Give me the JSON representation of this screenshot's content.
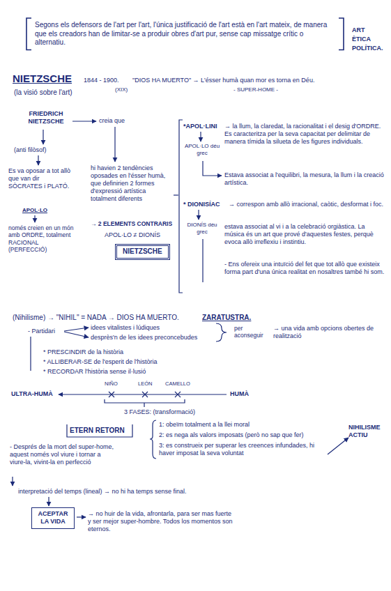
{
  "diagram": {
    "title": "NIETZSCHE",
    "nodes": [
      {
        "text": [
          "Segons els defensors de l'art per l'art, l'única justificació de l'art està en l'art mateix, de manera que els creadors han de limitar-se a produir obres d'art pur, sense cap missatge crític o alternatiu."
        ]
      },
      {
        "text": [
          "NIETZSCHE"
        ]
      },
      {
        "text": [
          "ACEPTAR LA VIDA"
        ]
      }
    ],
    "labels": [
      "ART",
      "ÈTICA",
      "POLÍTICA.",
      "1844 - 1900.",
      "(XIX)",
      "\"DIOS HA MUERTO\" → L'ésser humà quan mor es torna en Déu.",
      "- SUPER-HOME -",
      "(la visió sobre l'art)",
      "FRIEDRICH NIETZSCHE",
      "creia que",
      "(anti filòsof)",
      "Es va oposar a tot allò que van dir SÒCRATES i PLATÓ.",
      "APOL·LO",
      "només creien en un món amb ORDRE, totalment RACIONAL (PERFECCIÓ)",
      "hi havien 2 tendències oposades en l'ésser humà, que definirien 2 formes d'expressió artística totalment diferents",
      "→ 2 ELEMENTS CONTRARIS",
      "APOL·LO ≠ DIONÍS",
      "*APOL·LINI",
      "→ la llum, la claredat, la racionalitat i el desig d'ORDRE. Es caracteritza per la seva capacitat per delimitar de manera tímida la silueta de les figures individuals.",
      "APOL·LO déu grec",
      "Estava associat a l'equilibri, la mesura, la llum i la creació artística.",
      "* DIONISÍAC",
      "→ correspon amb allò irracional, caòtic, desformat i foc.",
      "DIONÍS déu grec",
      "estava associat al vi i a la celebració orgiàstica. La música és un art que prové d'aquestes festes, perquè evoca allò irreflexiu i instintiu.",
      "- Ens ofereix una intuïció del fet que tot allò que existeix forma part d'una única realitat en nosaltres també hi som.",
      "(Nihilisme) → \"NIHIL\" = NADA → DIOS HA MUERTO.",
      "ZARATUSTRA.",
      "- Partidari",
      "idees vitalistes i lúdiques",
      "desprès'n de les idees preconcebudes",
      "per aconseguir",
      "→ una vida amb opcions obertes de realització",
      "* PRESCINDIR de la història",
      "* ALLIBERAR-SE de l'esperit de l'història",
      "* RECORDAR l'història sense il·lusió",
      "ULTRA-HUMÀ",
      "NIÑO",
      "LEÓN",
      "CAMELLO",
      "HUMÀ",
      "3 FASES: (transformació)",
      "1: obeïm totalment a la llei moral",
      "2: es nega als valors imposats (però no sap que fer)",
      "3: es construeix per superar les creences infundades, hi haver imposat la seva voluntat",
      "NIHILISME ACTIU",
      "ETERN RETORN",
      "- Després de la mort del super-home, aquest només vol viure i tornar a viure-la, vivint-la en perfecció",
      "interpretació del temps (lineal) → no hi ha temps sense final.",
      "→ no huir de la vida, afrontarla, para ser mas fuerte y ser mejor super-hombre. Todos los momentos son eternos."
    ]
  }
}
